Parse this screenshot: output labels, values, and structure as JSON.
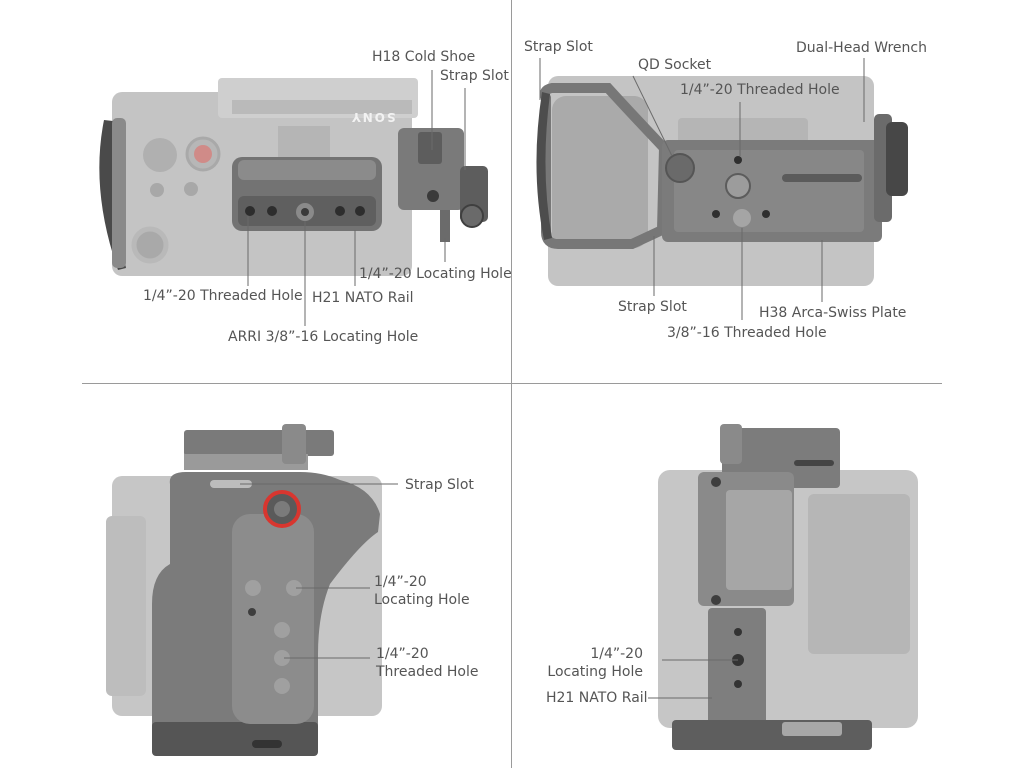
{
  "panels": {
    "top_left": {
      "brand_on_camera": "SONY",
      "cold_shoe": "H18 Cold Shoe",
      "strap_slot": "Strap Slot",
      "locating_hole": "1/4”-20 Locating Hole",
      "threaded_hole": "1/4”-20 Threaded Hole",
      "nato_rail": "H21 NATO Rail",
      "arri_hole": "ARRI 3/8”-16 Locating Hole"
    },
    "top_right": {
      "strap_slot_top": "Strap Slot",
      "qd_socket": "QD Socket",
      "threaded_hole": "1/4”-20 Threaded Hole",
      "wrench": "Dual-Head Wrench",
      "strap_slot_bottom": "Strap Slot",
      "arca_plate": "H38 Arca-Swiss Plate",
      "threaded_38": "3/8”-16 Threaded Hole"
    },
    "bottom_left": {
      "strap_slot": "Strap Slot",
      "locating_hole": "1/4”-20\nLocating Hole",
      "threaded_hole": "1/4”-20\nThreaded Hole"
    },
    "bottom_right": {
      "locating_hole": "1/4”-20\nLocating Hole",
      "nato_rail": "H21 NATO Rail"
    }
  },
  "colors": {
    "camera_body": "#bdbdbd",
    "cage_metal": "#7c7c7c",
    "cage_dark": "#5c5c5c",
    "accent_red": "#d8362f",
    "leader_line": "#6a6a6a",
    "label_text": "#555555"
  }
}
